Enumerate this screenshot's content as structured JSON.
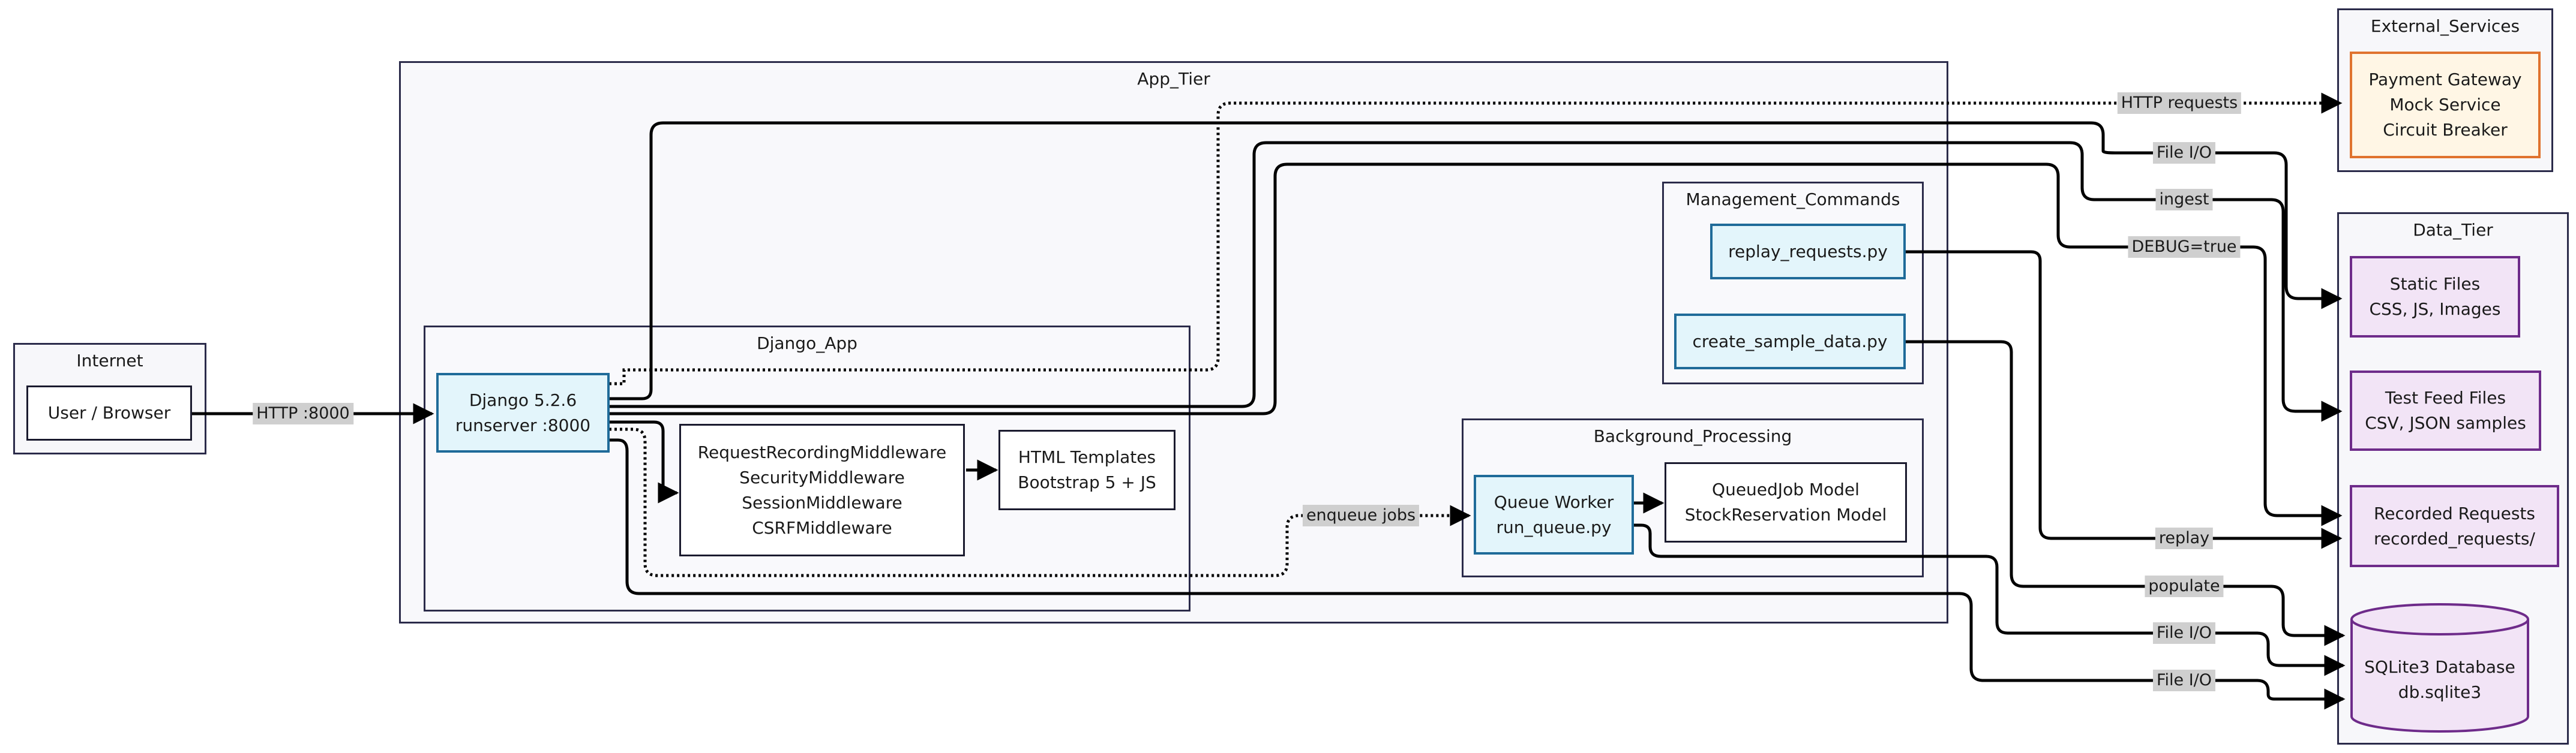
{
  "clusters": {
    "internet": {
      "label": "Internet"
    },
    "app_tier": {
      "label": "App_Tier"
    },
    "django_app": {
      "label": "Django_App"
    },
    "management_commands": {
      "label": "Management_Commands"
    },
    "background_processing": {
      "label": "Background_Processing"
    },
    "external_services": {
      "label": "External_Services"
    },
    "data_tier": {
      "label": "Data_Tier"
    }
  },
  "nodes": {
    "user_browser": {
      "lines": [
        "User / Browser"
      ]
    },
    "django_server": {
      "lines": [
        "Django 5.2.6",
        "runserver :8000"
      ]
    },
    "middleware": {
      "lines": [
        "RequestRecordingMiddleware",
        "SecurityMiddleware",
        "SessionMiddleware",
        "CSRFMiddleware"
      ]
    },
    "html_templates": {
      "lines": [
        "HTML Templates",
        "Bootstrap 5 + JS"
      ]
    },
    "replay_requests": {
      "lines": [
        "replay_requests.py"
      ]
    },
    "create_sample_data": {
      "lines": [
        "create_sample_data.py"
      ]
    },
    "queue_worker": {
      "lines": [
        "Queue Worker",
        "run_queue.py"
      ]
    },
    "models": {
      "lines": [
        "QueuedJob Model",
        "StockReservation Model"
      ]
    },
    "payment_gateway": {
      "lines": [
        "Payment Gateway",
        "Mock Service",
        "Circuit Breaker"
      ]
    },
    "static_files": {
      "lines": [
        "Static Files",
        "CSS, JS, Images"
      ]
    },
    "test_feed_files": {
      "lines": [
        "Test Feed Files",
        "CSV, JSON samples"
      ]
    },
    "recorded_requests": {
      "lines": [
        "Recorded Requests",
        "recorded_requests/"
      ]
    },
    "sqlite_db": {
      "lines": [
        "SQLite3 Database",
        "db.sqlite3"
      ]
    }
  },
  "edge_labels": {
    "http_8000": "HTTP :8000",
    "http_requests": "HTTP requests",
    "file_io_static": "File I/O",
    "ingest": "ingest",
    "debug_true": "DEBUG=true",
    "enqueue_jobs": "enqueue jobs",
    "replay": "replay",
    "populate": "populate",
    "file_io_db_1": "File I/O",
    "file_io_db_2": "File I/O"
  },
  "colors": {
    "cluster_border": "#2b2b4a",
    "edge": "#000000",
    "label_bg": "#cfcfcf",
    "blue_fill": "#e3f5fb",
    "blue_border": "#1f6b99",
    "orange_fill": "#fff6e5",
    "orange_border": "#e0732e",
    "purple_fill": "#f2e4f6",
    "purple_border": "#6e2b8a"
  }
}
